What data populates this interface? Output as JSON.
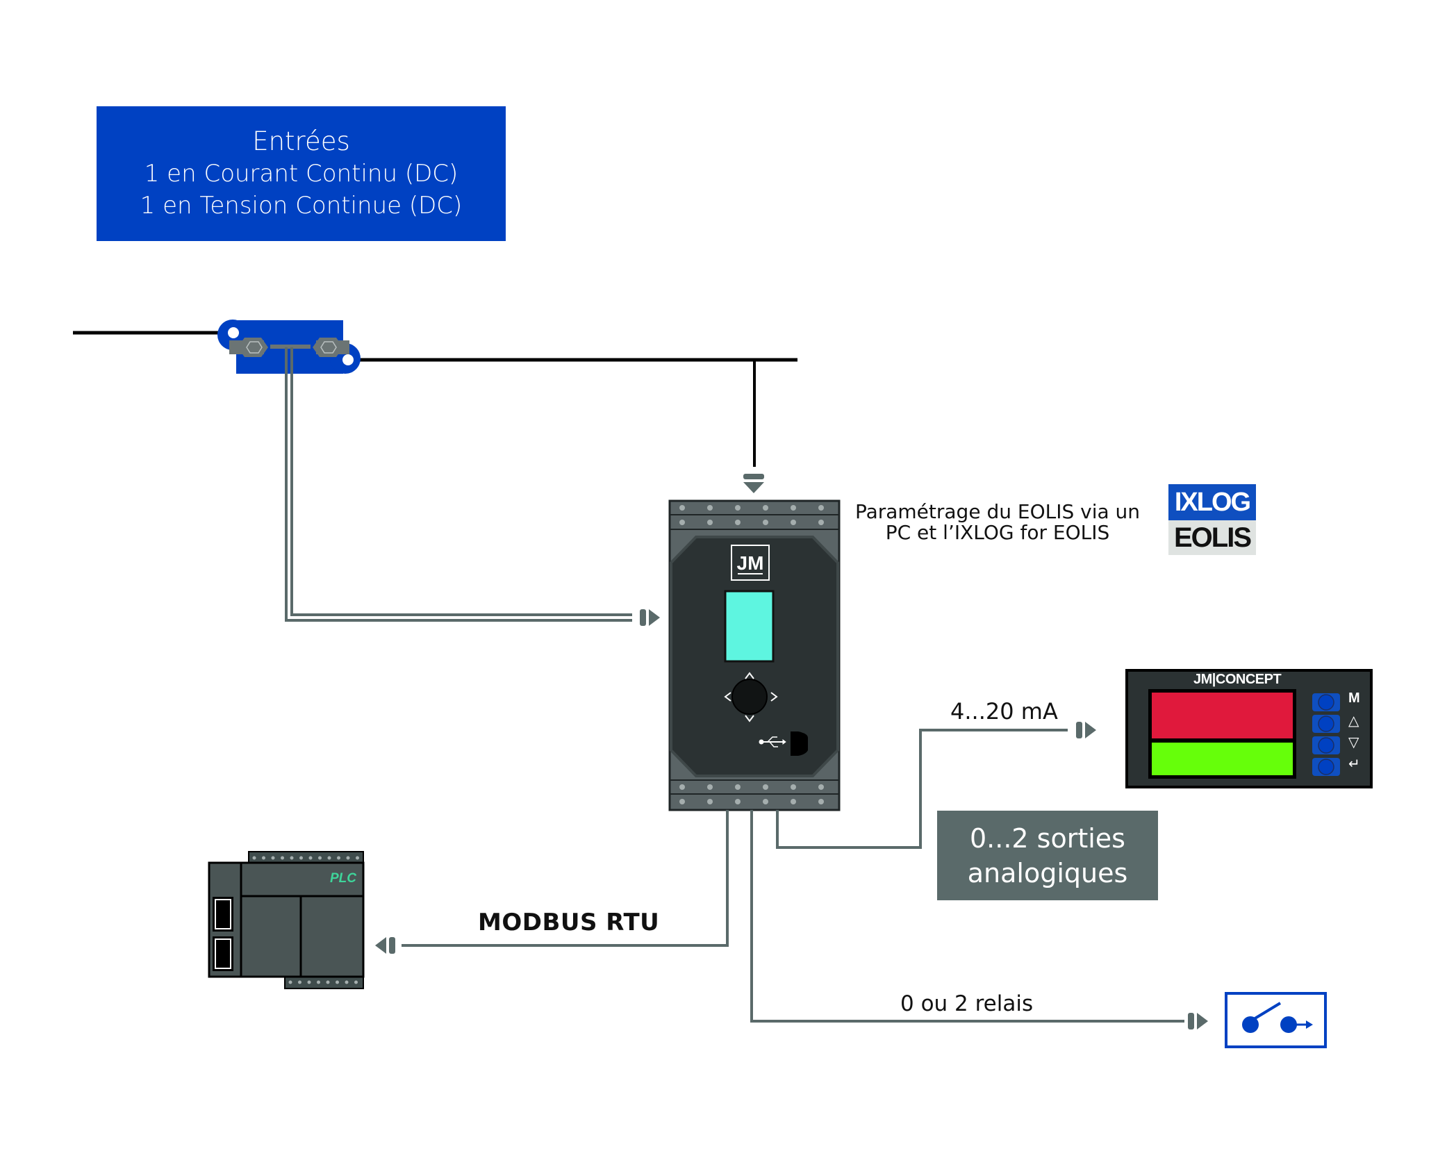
{
  "inputs_box": {
    "title": "Entrées",
    "line1": "1 en Courant Continu (DC)",
    "line2": "1 en Tension Continue (DC)"
  },
  "configuration": {
    "text_line1": "Paramétrage du EOLIS via un",
    "text_line2": "PC et l’IXLOG for EOLIS",
    "logo_top": "IXLOG",
    "logo_bottom": "EOLIS"
  },
  "device": {
    "brand": "JM",
    "icons": [
      "nav-up-icon",
      "nav-left-icon",
      "nav-right-icon",
      "nav-down-icon",
      "usb-icon"
    ]
  },
  "analog_output": {
    "signal_label": "4...20 mA",
    "box_line1": "0...2 sorties",
    "box_line2": "analogiques"
  },
  "panel_meter": {
    "brand": "JM|CONCEPT",
    "buttons": [
      "M",
      "△",
      "▽",
      "↵"
    ]
  },
  "modbus": {
    "label": "MODBUS RTU"
  },
  "plc": {
    "label": "PLC"
  },
  "relay": {
    "label": "0 ou 2 relais"
  },
  "colors": {
    "primary_blue": "#0041c2",
    "wire_gray": "#5a6a6a",
    "device_dark": "#2b3233",
    "screen_cyan": "#5ef5e0",
    "meter_red": "#e0193c",
    "meter_green": "#66ff0a"
  }
}
